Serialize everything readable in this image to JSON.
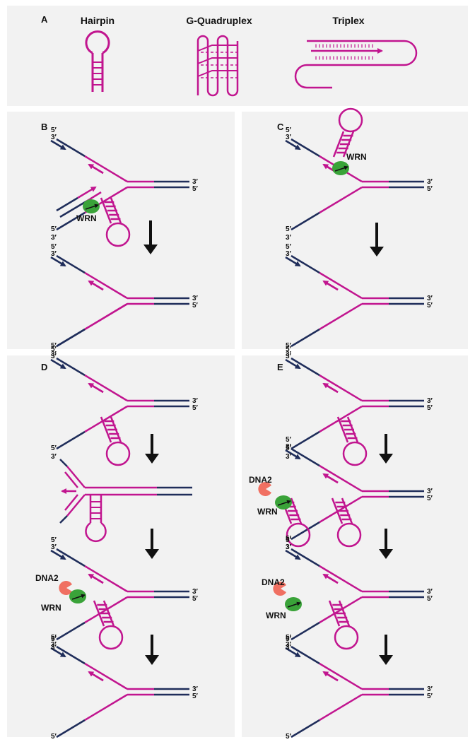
{
  "colors": {
    "magenta": "#c1158f",
    "navy": "#1f2d5a",
    "green": "#3aa339",
    "salmon": "#f07062",
    "panel": "#f2f2f2"
  },
  "panels": {
    "A": {
      "label": "A",
      "structures": [
        "Hairpin",
        "G-Quadruplex",
        "Triplex"
      ]
    },
    "B": {
      "label": "B",
      "protein": "WRN"
    },
    "C": {
      "label": "C",
      "protein": "WRN"
    },
    "D": {
      "label": "D",
      "proteins": [
        "DNA2",
        "WRN"
      ]
    },
    "E": {
      "label": "E",
      "proteins": [
        "DNA2",
        "WRN"
      ]
    }
  },
  "ends": {
    "five": "5′",
    "three": "3′"
  }
}
